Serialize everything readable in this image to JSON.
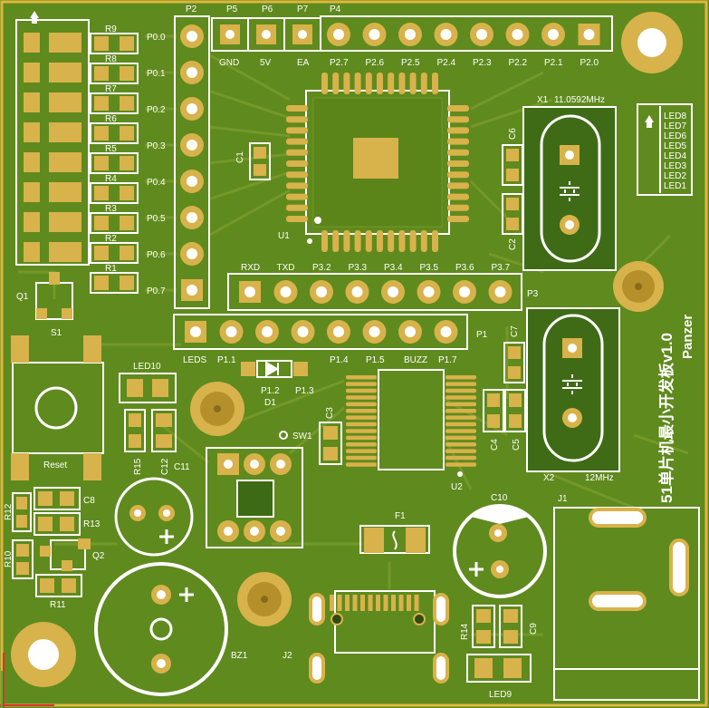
{
  "board": {
    "title": "51单片机最小开发板v1.0",
    "author": "Panzer",
    "colors": {
      "board": "#5f8a1e",
      "copper": "#7e9e2c",
      "pad": "#d8b24a",
      "silk": "#ffffff",
      "edge": "#e8b83a"
    }
  },
  "headers": {
    "p2": "P2",
    "p5": "P5",
    "p6": "P6",
    "p7": "P7",
    "p4": "P4",
    "p3": "P3",
    "p1": "P1",
    "gnd": "GND",
    "v5": "5V",
    "ea": "EA",
    "p2_pins": [
      "P2.7",
      "P2.6",
      "P2.5",
      "P2.4",
      "P2.3",
      "P2.2",
      "P2.1",
      "P2.0"
    ],
    "p0_pins": [
      "P0.0",
      "P0.1",
      "P0.2",
      "P0.3",
      "P0.4",
      "P0.5",
      "P0.6",
      "P0.7"
    ],
    "p3_pins": [
      "RXD",
      "TXD",
      "P3.2",
      "P3.3",
      "P3.4",
      "P3.5",
      "P3.6",
      "P3.7"
    ],
    "p1_pins": [
      "LEDS",
      "P1.1",
      "P1.2",
      "P1.3",
      "P1.4",
      "P1.5",
      "BUZZ",
      "P1.7"
    ]
  },
  "resistors_left": [
    "R9",
    "R8",
    "R7",
    "R6",
    "R5",
    "R4",
    "R3",
    "R2",
    "R1"
  ],
  "leds_right": [
    "LED8",
    "LED7",
    "LED6",
    "LED5",
    "LED4",
    "LED3",
    "LED2",
    "LED1"
  ],
  "components": {
    "u1": "U1",
    "u2": "U2",
    "c1": "C1",
    "c2": "C2",
    "c3": "C3",
    "c4": "C4",
    "c5": "C5",
    "c6": "C6",
    "c7": "C7",
    "c8": "C8",
    "c9": "C9",
    "c10": "C10",
    "c11": "C11",
    "c12": "C12",
    "x1": "X1",
    "x1_freq": "11.0592MHz",
    "x2": "X2",
    "x2_freq": "12MHz",
    "q1": "Q1",
    "q2": "Q2",
    "s1": "S1",
    "reset": "Reset",
    "sw1": "SW1",
    "led10": "LED10",
    "led9": "LED9",
    "d1": "D1",
    "f1": "F1",
    "j1": "J1",
    "j2": "J2",
    "bz1": "BZ1",
    "r10": "R10",
    "r11": "R11",
    "r12": "R12",
    "r13": "R13",
    "r14": "R14",
    "r15": "R15"
  }
}
